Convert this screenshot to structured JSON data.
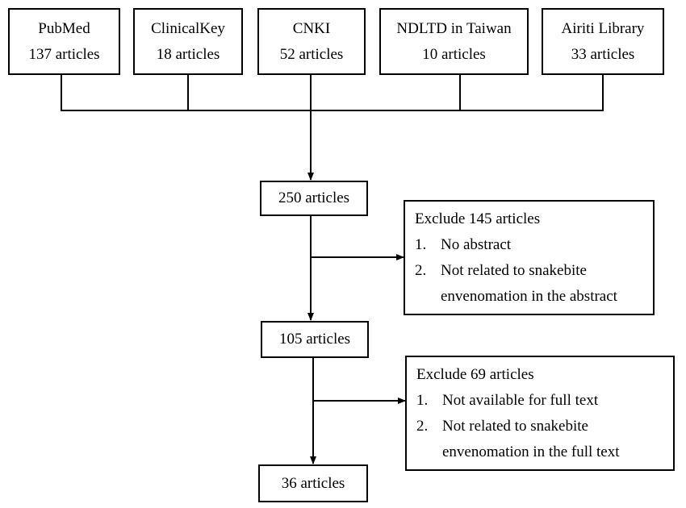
{
  "sources": [
    {
      "name": "PubMed",
      "count": "137 articles"
    },
    {
      "name": "ClinicalKey",
      "count": "18 articles"
    },
    {
      "name": "CNKI",
      "count": "52 articles"
    },
    {
      "name": "NDLTD in Taiwan",
      "count": "10 articles"
    },
    {
      "name": "Airiti Library",
      "count": "33 articles"
    }
  ],
  "stages": {
    "total": "250 articles",
    "after_abstract": "105 articles",
    "final": "36 articles"
  },
  "exclusions": [
    {
      "title": "Exclude 145 articles",
      "reasons": [
        {
          "num": "1.",
          "text": "No abstract"
        },
        {
          "num": "2.",
          "text": "Not related to snakebite envenomation in the abstract"
        }
      ]
    },
    {
      "title": "Exclude 69 articles",
      "reasons": [
        {
          "num": "1.",
          "text": "Not available for full text"
        },
        {
          "num": "2.",
          "text": "Not related to snakebite envenomation in the full text"
        }
      ]
    }
  ]
}
